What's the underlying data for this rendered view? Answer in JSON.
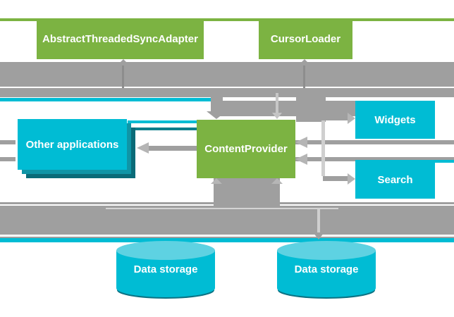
{
  "diagram": {
    "nodes": {
      "sync_adapter": "AbstractThreadedSyncAdapter",
      "cursor_loader": "CursorLoader",
      "content_provider": "ContentProvider",
      "other_apps": "Other applications",
      "widgets": "Widgets",
      "search": "Search",
      "data_storage_left": "Data storage",
      "data_storage_right": "Data storage"
    },
    "arrows": [
      {
        "from": "bus-top",
        "to": "sync_adapter",
        "direction": "up"
      },
      {
        "from": "bus-top",
        "to": "cursor_loader",
        "direction": "up"
      },
      {
        "from": "bus-top",
        "to": "content_provider",
        "direction": "down"
      },
      {
        "from": "content_provider",
        "to": "other_apps",
        "direction": "left"
      },
      {
        "from": "bus-right",
        "to": "content_provider",
        "direction": "left",
        "count": 2
      },
      {
        "from": "bus-right",
        "to": "widgets",
        "direction": "right"
      },
      {
        "from": "bus-right",
        "to": "search",
        "direction": "right"
      },
      {
        "from": "bus-bottom",
        "to": "content_provider",
        "direction": "up",
        "count": 2
      },
      {
        "from": "bus-bottom",
        "to": "data_storage_right",
        "direction": "down"
      }
    ],
    "colors": {
      "green": "#7CB342",
      "cyan": "#00BCD4",
      "cyan_mid": "#1095A6",
      "cyan_dark": "#0A6B78",
      "cylinder_top": "#5ED2E2",
      "gray": "#9F9F9F",
      "gray_light": "#B5B5B5",
      "background": "#FFFFFF",
      "text": "#FFFFFF"
    }
  }
}
